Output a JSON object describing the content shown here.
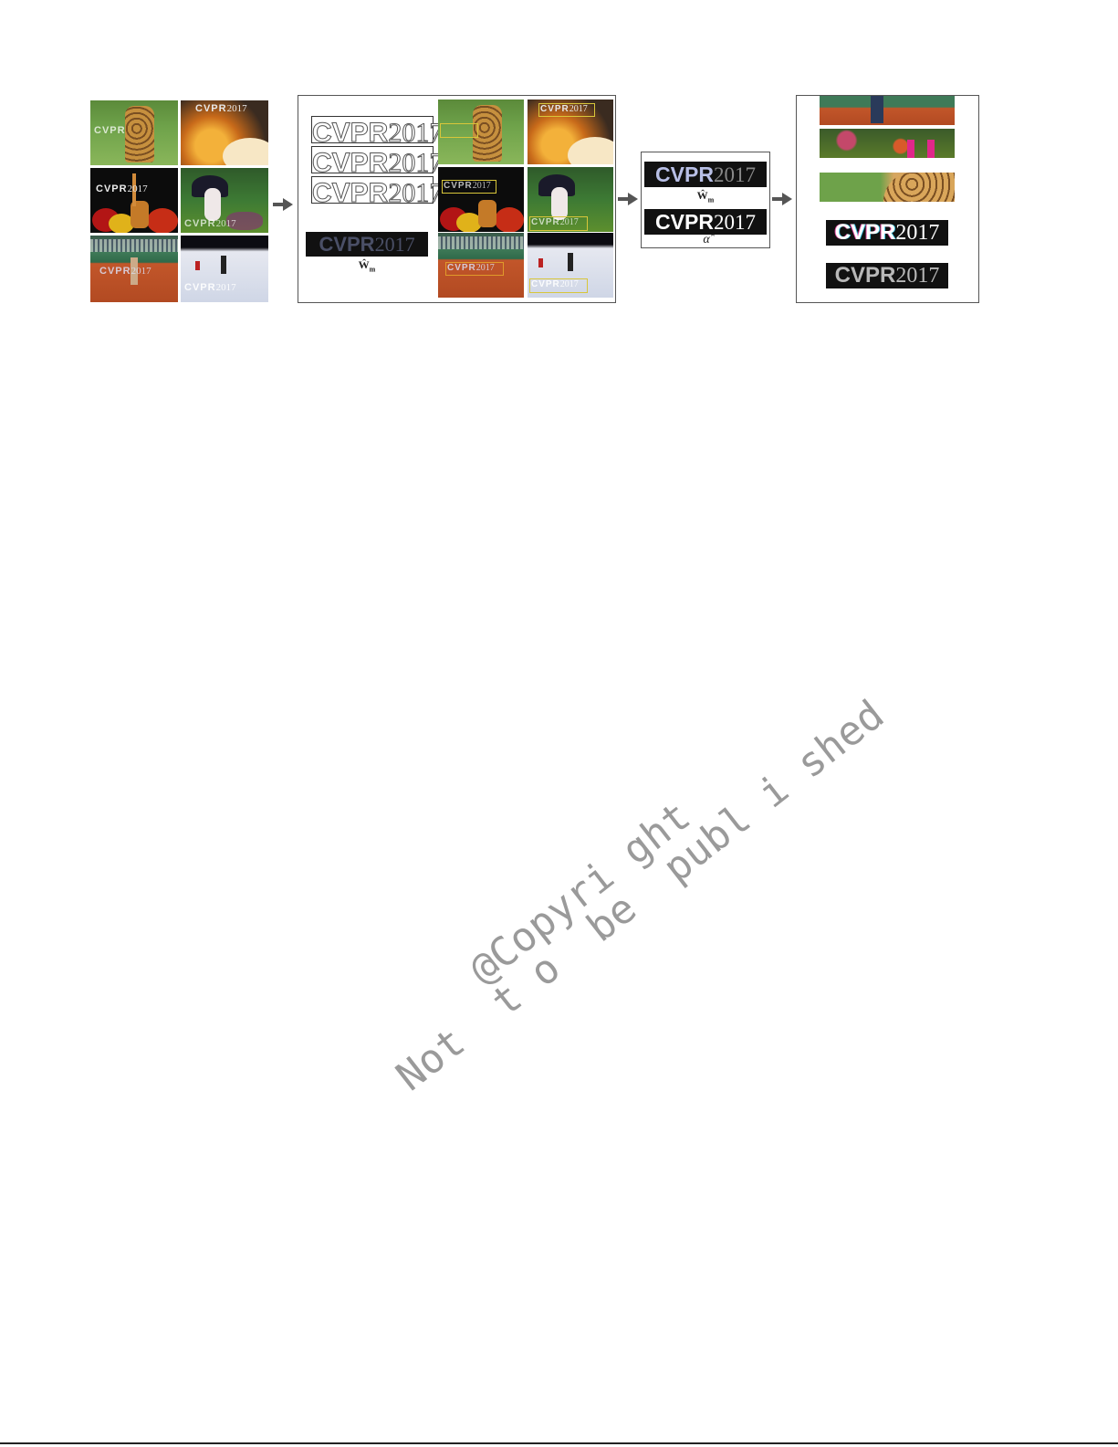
{
  "figure": {
    "logo_main": "CVPR",
    "logo_year": "2017",
    "symbols": {
      "w_hat": "Ŵ",
      "w_sub": "m",
      "alpha_hat": "α̂"
    },
    "panels": [
      {
        "name": "input-collection",
        "description": "watermarked images"
      },
      {
        "name": "initial-estimation"
      },
      {
        "name": "matting-estimation"
      },
      {
        "name": "decomposition-results"
      }
    ],
    "colors": {
      "arrow": "#555555",
      "box_yellow": "#d8c63a",
      "box_orange": "#e09a2a"
    }
  },
  "watermark": {
    "line1": "@Copyri ght",
    "line2": "Not  t o  be  publ i shed"
  }
}
